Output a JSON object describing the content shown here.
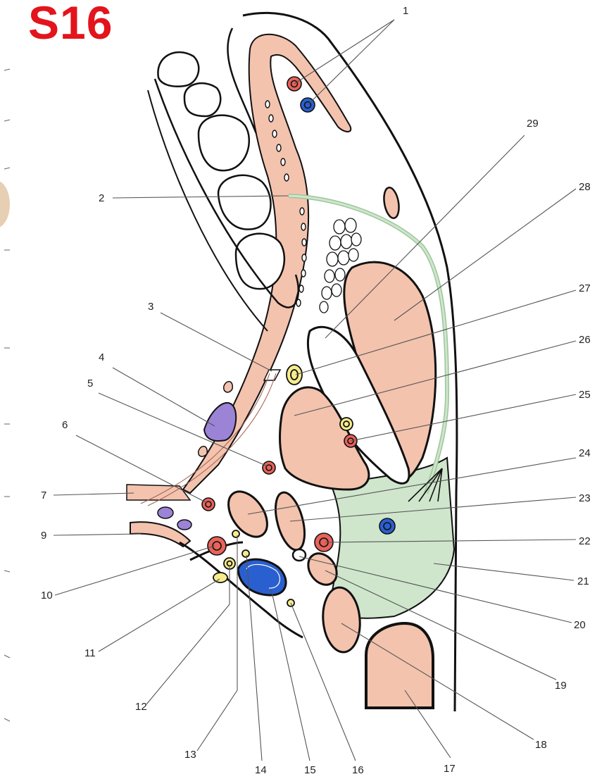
{
  "title": "S16",
  "colors": {
    "title": "#e3141b",
    "muscle": "#f3c3ae",
    "fat": "#cfe6cc",
    "artery": "#e8635a",
    "vein": "#2a5fd0",
    "nerve": "#f6ec8c",
    "gland": "#9b83d6",
    "outline": "#111111"
  },
  "labels": [
    "1",
    "2",
    "3",
    "4",
    "5",
    "6",
    "7",
    "9",
    "10",
    "11",
    "12",
    "13",
    "14",
    "15",
    "16",
    "17",
    "18",
    "19",
    "20",
    "21",
    "22",
    "23",
    "24",
    "25",
    "26",
    "27",
    "28",
    "29"
  ]
}
